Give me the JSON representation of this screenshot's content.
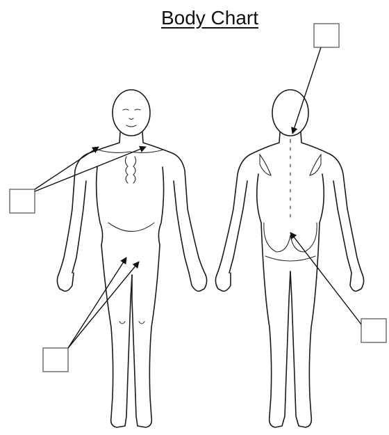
{
  "title": "Body Chart",
  "colors": {
    "line": "#1a1a1a",
    "box_border": "#7a7a7a",
    "background": "#ffffff"
  },
  "figures": [
    "front-view",
    "back-view"
  ],
  "callout_boxes": [
    {
      "id": "left-box",
      "arrow_targets": [
        "left-clavicle",
        "right-clavicle"
      ]
    },
    {
      "id": "bottom-left-box",
      "arrow_targets": [
        "left-groin",
        "right-groin"
      ]
    },
    {
      "id": "top-right-box",
      "arrow_targets": [
        "neck-spine"
      ]
    },
    {
      "id": "bottom-right-box",
      "arrow_targets": [
        "lower-back"
      ]
    }
  ]
}
